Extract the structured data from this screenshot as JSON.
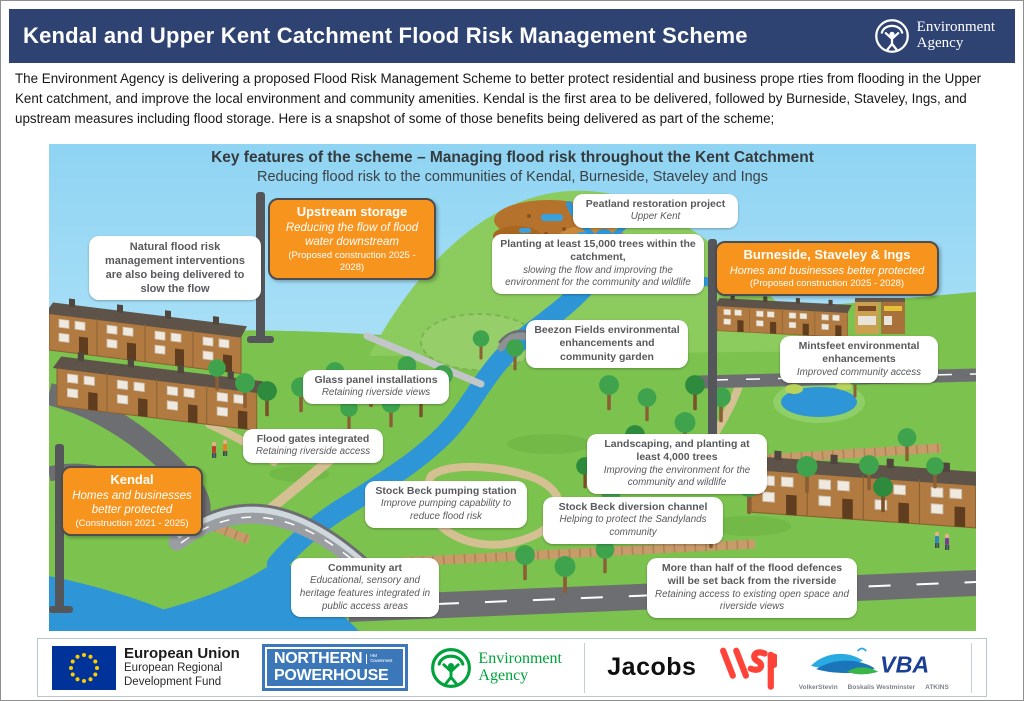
{
  "header": {
    "title": "Kendal and Upper Kent Catchment Flood Risk Management Scheme",
    "logo_line1": "Environment",
    "logo_line2": "Agency"
  },
  "intro": "The Environment Agency is delivering a proposed Flood Risk Management Scheme to better protect residential and business prope rties from flooding in the Upper Kent catchment, and improve the local environment and community amenities.  Kendal is the first area to be delivered, followed by Burneside, Staveley, Ings, and upstream measures including flood storage.  Here is a snapshot of some of those benefits being delivered as part of the scheme;",
  "scene": {
    "title": "Key features of the scheme – Managing flood risk throughout the Kent Catchment",
    "subtitle": "Reducing flood risk to the communities of Kendal, Burneside, Staveley and Ings",
    "callouts": [
      {
        "title": "Natural flood risk management interventions are also being delivered to slow the flow"
      },
      {
        "title": "Upstream storage",
        "subtitle": "Reducing the flow of flood water downstream",
        "note": "(Proposed construction 2025 - 2028)"
      },
      {
        "title": "Peatland restoration project",
        "subtitle": "Upper Kent"
      },
      {
        "title": "Planting at least 15,000 trees within the catchment,",
        "subtitle": "slowing the flow and improving the environment for the community and wildlife"
      },
      {
        "title": "Burneside, Staveley & Ings",
        "subtitle": "Homes and businesses better protected",
        "note": "(Proposed construction 2025 - 2028)"
      },
      {
        "title": "Beezon Fields environmental enhancements and community garden"
      },
      {
        "title": "Mintsfeet environmental enhancements",
        "subtitle": "Improved community access"
      },
      {
        "title": "Glass panel installations",
        "subtitle": "Retaining riverside views"
      },
      {
        "title": "Flood gates integrated",
        "subtitle": "Retaining riverside access"
      },
      {
        "title": "Landscaping, and planting at least 4,000 trees",
        "subtitle": "Improving the environment for the community and wildlife"
      },
      {
        "title": "Kendal",
        "subtitle": "Homes and businesses better protected",
        "note": "(Construction 2021 - 2025)"
      },
      {
        "title": "Stock Beck pumping station",
        "subtitle": "Improve pumping capability to reduce flood risk"
      },
      {
        "title": "Stock Beck diversion channel",
        "subtitle": "Helping to protect the Sandylands community"
      },
      {
        "title": "Community art",
        "subtitle": "Educational, sensory and heritage features integrated in public access areas"
      },
      {
        "title": "More than half of the flood defences will be set back from the riverside",
        "subtitle": "Retaining access to existing open space and riverside views"
      }
    ]
  },
  "footer": {
    "eu": {
      "name": "European Union",
      "fund_line1": "European Regional",
      "fund_line2": "Development Fund"
    },
    "np": {
      "line1": "NORTHERN",
      "line2": "POWERHOUSE",
      "tag": "HM Government"
    },
    "ea": {
      "line1": "Environment",
      "line2": "Agency"
    },
    "jacobs": {
      "name": "Jacobs"
    },
    "wsp": {
      "name": "wsp"
    },
    "vba": {
      "name": "VBA",
      "partner1": "VolkerStevin",
      "partner2": "Boskalis Westminster",
      "partner3": "ATKINS"
    }
  },
  "colors": {
    "header_bg": "#2e4372",
    "sign_orange": "#f7941e",
    "callout_text": "#58595b",
    "river_blue": "#2e96d6",
    "grass_green": "#7cc24e",
    "road_grey": "#6d6e71",
    "ea_green": "#00a33b",
    "np_blue": "#3b77b9",
    "eu_blue": "#003399",
    "wsp_red": "#ff4338",
    "vba_navy": "#1b3f94"
  }
}
